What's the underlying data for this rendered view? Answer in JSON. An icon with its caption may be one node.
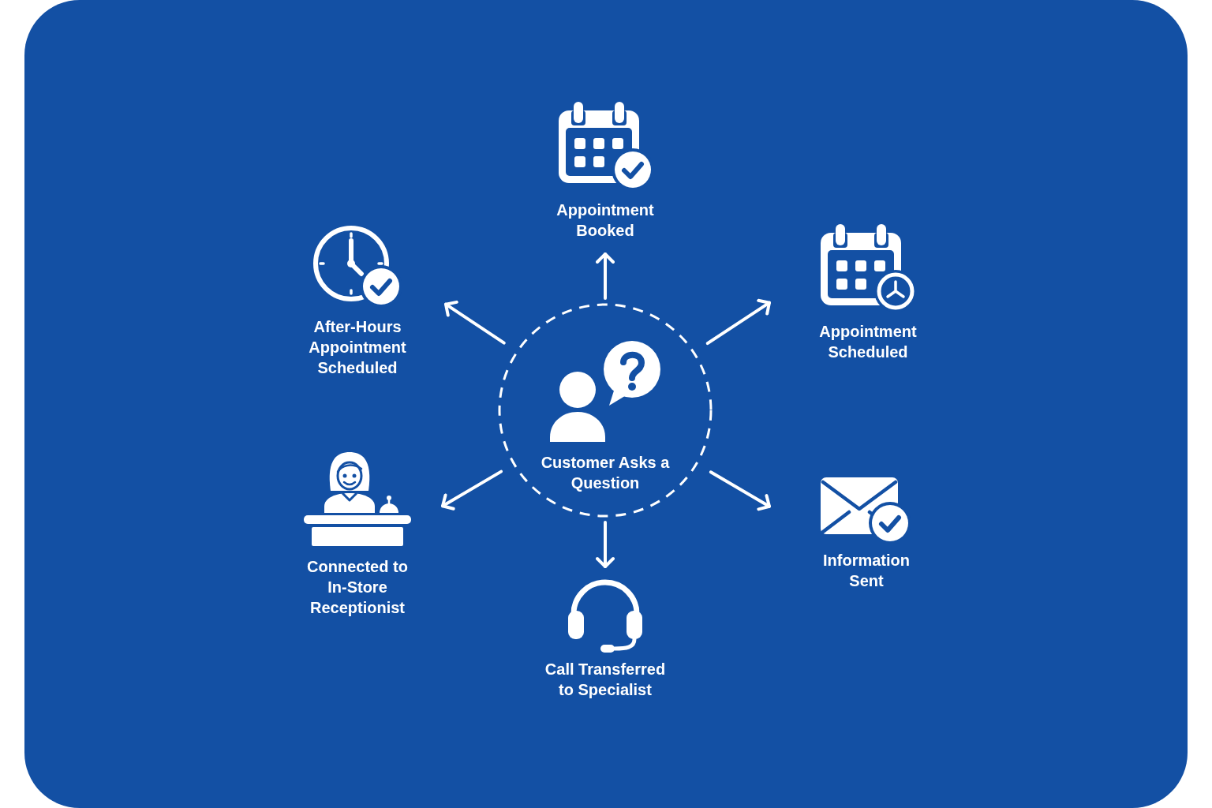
{
  "diagram": {
    "nodes": [
      {
        "text": [
          "Customer Asks a Question"
        ]
      },
      {
        "text": [
          "Appointment Booked"
        ]
      },
      {
        "text": [
          "Appointment Scheduled"
        ]
      },
      {
        "text": [
          "Information Sent"
        ]
      },
      {
        "text": [
          "Call Transferred to Specialist"
        ]
      },
      {
        "text": [
          "Connected to In-Store Receptionist"
        ]
      },
      {
        "text": [
          "After-Hours Appointment Scheduled"
        ]
      }
    ],
    "edges": [
      {
        "from": 0,
        "to": 1,
        "arrow": "to"
      },
      {
        "from": 0,
        "to": 2,
        "arrow": "to"
      },
      {
        "from": 0,
        "to": 3,
        "arrow": "to"
      },
      {
        "from": 0,
        "to": 4,
        "arrow": "to"
      },
      {
        "from": 0,
        "to": 5,
        "arrow": "to"
      },
      {
        "from": 0,
        "to": 6,
        "arrow": "to"
      }
    ]
  }
}
